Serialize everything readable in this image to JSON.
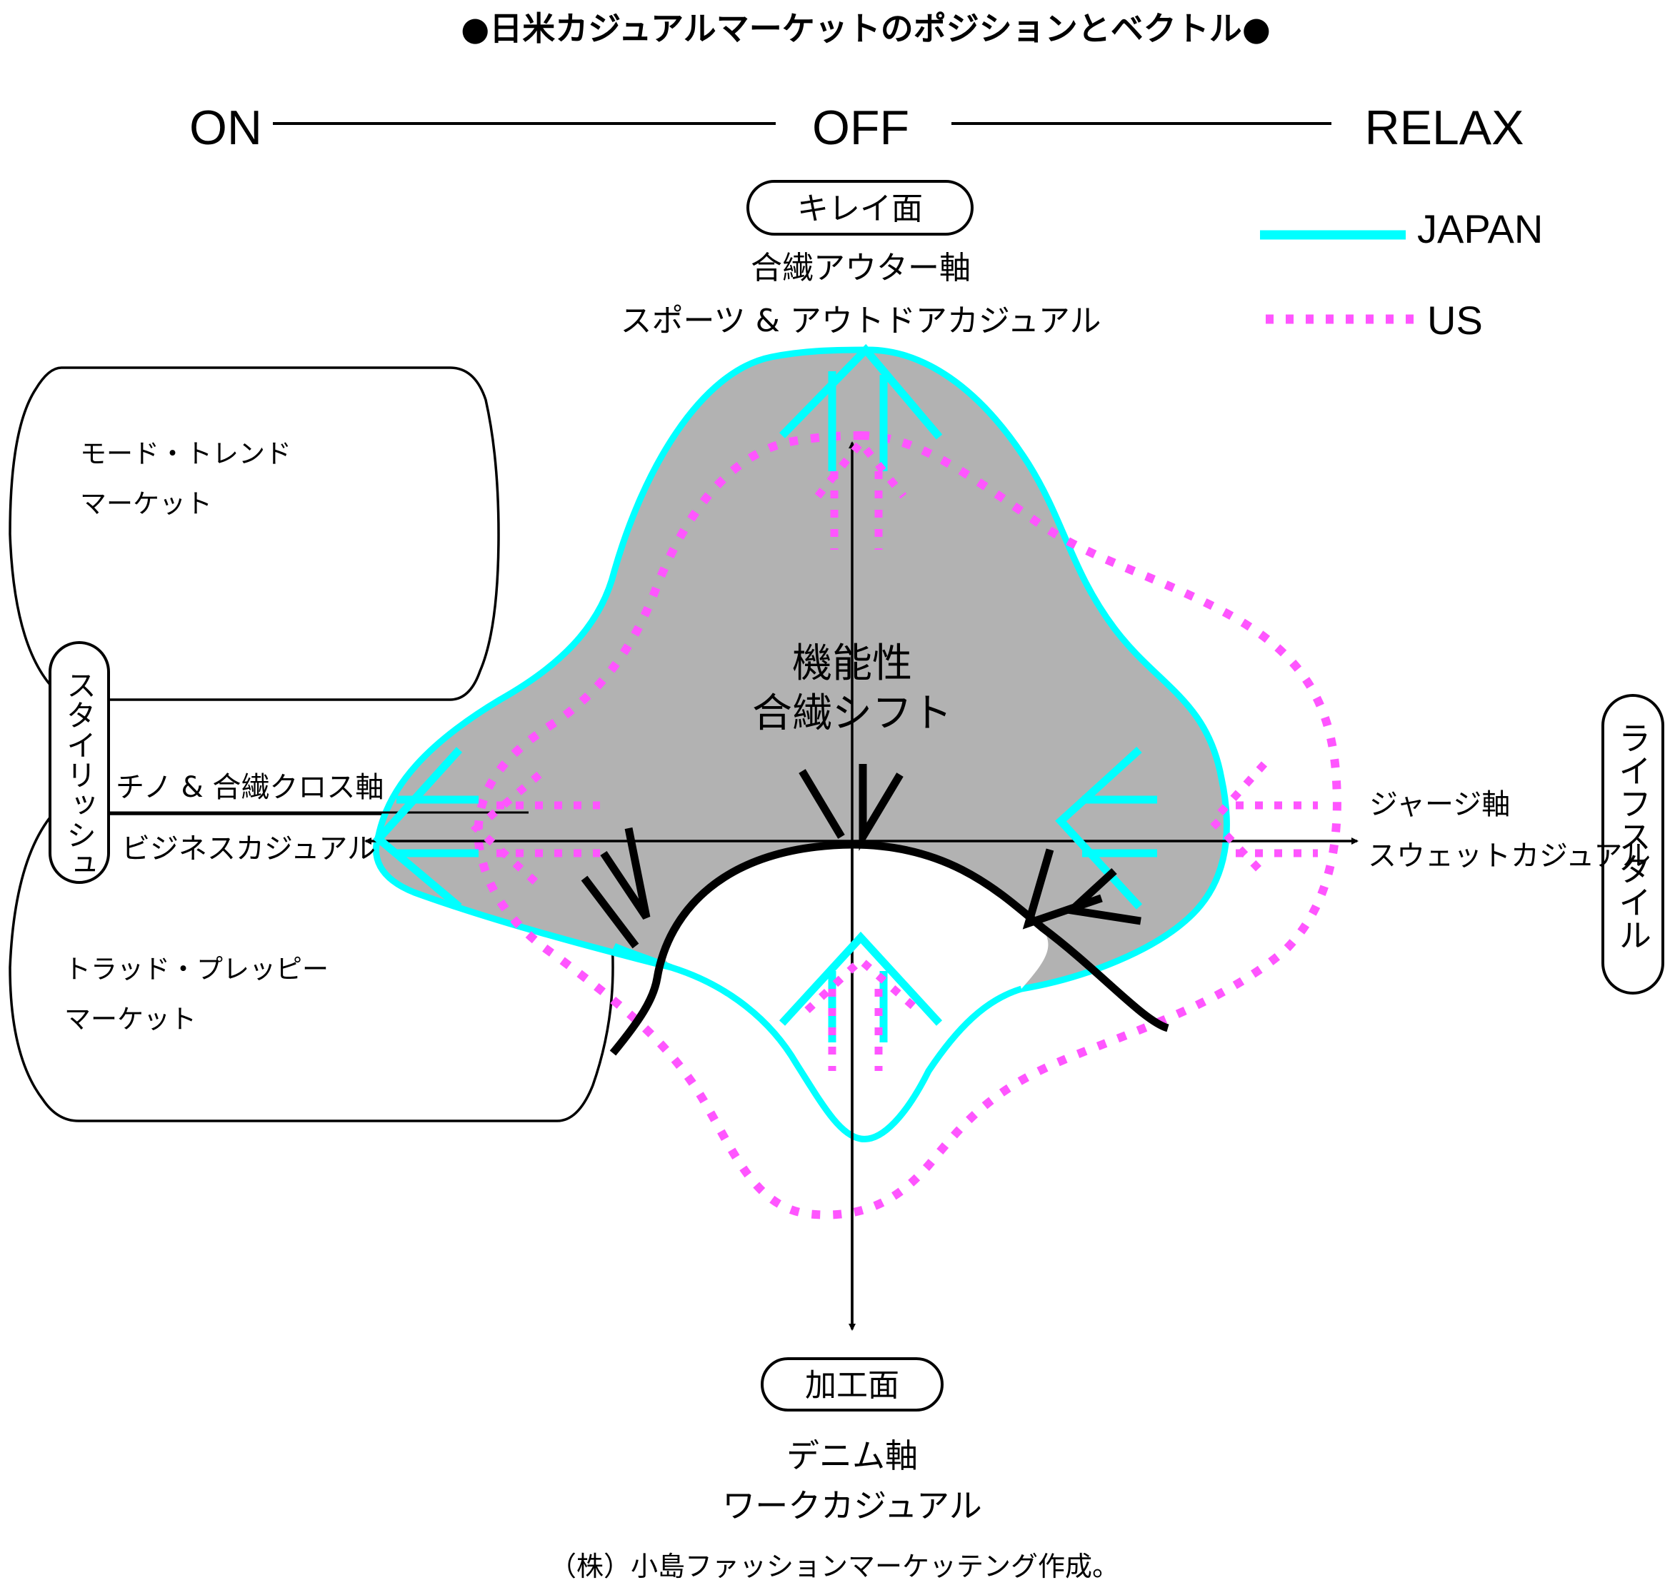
{
  "title": "●日米カジュアルマーケットのポジションとベクトル●",
  "scale": {
    "left": "ON",
    "middle": "OFF",
    "right": "RELAX"
  },
  "legend": {
    "items": [
      {
        "label": "JAPAN",
        "style": "solid",
        "color": "#00FFFF"
      },
      {
        "label": "US",
        "style": "dotted",
        "color": "#FF55FF"
      }
    ]
  },
  "axes": {
    "top": {
      "badge": "キレイ面",
      "lines": [
        "合繊アウター軸",
        "スポーツ & アウトドアカジュアル"
      ]
    },
    "bottom": {
      "badge": "加工面",
      "lines": [
        "デニム軸",
        "ワークカジュアル"
      ]
    },
    "left": {
      "badge": "スタイリッシュ",
      "lines": [
        "チノ & 合繊クロス軸",
        "ビジネスカジュアル"
      ]
    },
    "right": {
      "badge": "ライフスタイル",
      "lines": [
        "ジャージ軸",
        "スウェットカジュアル"
      ]
    }
  },
  "markets": [
    {
      "lines": [
        "モード・トレンド",
        "マーケット"
      ]
    },
    {
      "lines": [
        "トラッド・プレッピー",
        "マーケット"
      ]
    }
  ],
  "center_label": [
    "機能性",
    "合繊シフト"
  ],
  "credit": "（株）小島ファッションマーケッテング作成。",
  "colors": {
    "japan": "#00FFFF",
    "us": "#FF55FF",
    "japan_fill": "#B2B2B2",
    "ink": "#000000"
  }
}
